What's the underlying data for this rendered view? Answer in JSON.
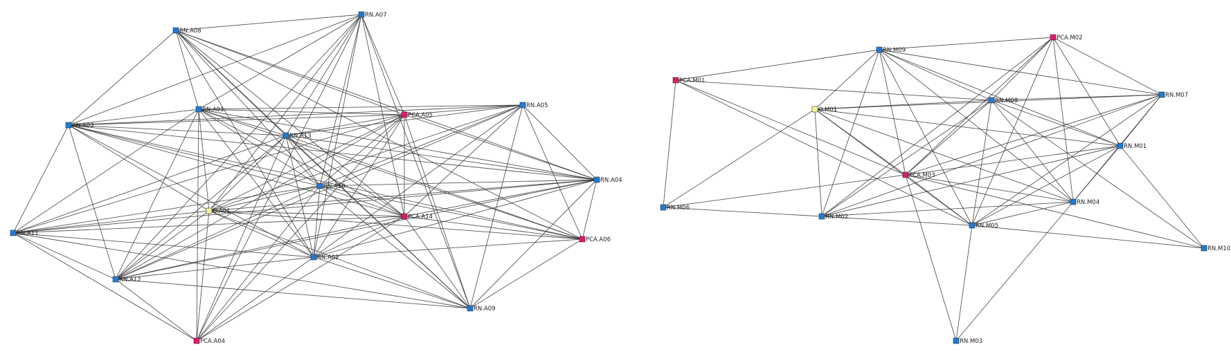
{
  "colors": {
    "rn": "#1f7bd8",
    "pca": "#e0186e",
    "origin": "#fbf79a",
    "edge": "#3a3a3a"
  },
  "networks": [
    {
      "id": "network-a",
      "nodes": [
        {
          "id": "RN.A08",
          "label": "RN.A08",
          "kind": "rn"
        },
        {
          "id": "RN.A07",
          "label": "RN.A07",
          "kind": "rn"
        },
        {
          "id": "RN.A01",
          "label": "RN.A01",
          "kind": "rn"
        },
        {
          "id": "PCA.A05",
          "label": "PCA.A05",
          "kind": "pca"
        },
        {
          "id": "RN.A05",
          "label": "RN.A05",
          "kind": "rn"
        },
        {
          "id": "RN.A03",
          "label": "RN.A03",
          "kind": "rn"
        },
        {
          "id": "RN.A13",
          "label": "RN.A13",
          "kind": "rn"
        },
        {
          "id": "RN.A04",
          "label": "RN.A04",
          "kind": "rn"
        },
        {
          "id": "RN.A10",
          "label": "RN.A10",
          "kind": "rn"
        },
        {
          "id": "O.A01",
          "label": "O.A01",
          "kind": "origin"
        },
        {
          "id": "PCA.A14",
          "label": "PCA.A14",
          "kind": "pca"
        },
        {
          "id": "RN.A11",
          "label": "RN.A11",
          "kind": "rn"
        },
        {
          "id": "PCA.A06",
          "label": "PCA.A06",
          "kind": "pca"
        },
        {
          "id": "RN.A02",
          "label": "RN.A02",
          "kind": "rn"
        },
        {
          "id": "RN.A12",
          "label": "RN.A12",
          "kind": "rn"
        },
        {
          "id": "RN.A09",
          "label": "RN.A09",
          "kind": "rn"
        },
        {
          "id": "PCA.A04",
          "label": "PCA.A04",
          "kind": "pca"
        }
      ],
      "edges": [
        [
          "RN.A08",
          "RN.A07"
        ],
        [
          "RN.A08",
          "RN.A03"
        ],
        [
          "RN.A08",
          "RN.A13"
        ],
        [
          "RN.A08",
          "RN.A10"
        ],
        [
          "RN.A08",
          "PCA.A14"
        ],
        [
          "RN.A08",
          "RN.A02"
        ],
        [
          "RN.A08",
          "PCA.A05"
        ],
        [
          "RN.A08",
          "PCA.A06"
        ],
        [
          "RN.A08",
          "RN.A09"
        ],
        [
          "RN.A08",
          "RN.A01"
        ],
        [
          "RN.A08",
          "RN.A04"
        ],
        [
          "RN.A07",
          "RN.A01"
        ],
        [
          "RN.A07",
          "RN.A13"
        ],
        [
          "RN.A07",
          "RN.A10"
        ],
        [
          "RN.A07",
          "RN.A02"
        ],
        [
          "RN.A07",
          "PCA.A05"
        ],
        [
          "RN.A07",
          "PCA.A14"
        ],
        [
          "RN.A07",
          "O.A01"
        ],
        [
          "RN.A07",
          "RN.A12"
        ],
        [
          "RN.A07",
          "RN.A09"
        ],
        [
          "RN.A07",
          "PCA.A04"
        ],
        [
          "RN.A07",
          "RN.A03"
        ],
        [
          "RN.A01",
          "PCA.A05"
        ],
        [
          "RN.A01",
          "RN.A05"
        ],
        [
          "RN.A01",
          "RN.A13"
        ],
        [
          "RN.A01",
          "RN.A10"
        ],
        [
          "RN.A01",
          "O.A01"
        ],
        [
          "RN.A01",
          "PCA.A14"
        ],
        [
          "RN.A01",
          "RN.A02"
        ],
        [
          "RN.A01",
          "RN.A12"
        ],
        [
          "RN.A01",
          "PCA.A04"
        ],
        [
          "RN.A01",
          "RN.A04"
        ],
        [
          "RN.A01",
          "RN.A11"
        ],
        [
          "RN.A01",
          "RN.A03"
        ],
        [
          "RN.A01",
          "PCA.A06"
        ],
        [
          "RN.A03",
          "PCA.A05"
        ],
        [
          "RN.A03",
          "RN.A13"
        ],
        [
          "RN.A03",
          "RN.A10"
        ],
        [
          "RN.A03",
          "O.A01"
        ],
        [
          "RN.A03",
          "RN.A02"
        ],
        [
          "RN.A03",
          "RN.A11"
        ],
        [
          "RN.A03",
          "RN.A12"
        ],
        [
          "RN.A03",
          "PCA.A14"
        ],
        [
          "RN.A03",
          "RN.A04"
        ],
        [
          "RN.A03",
          "RN.A05"
        ],
        [
          "RN.A03",
          "PCA.A06"
        ],
        [
          "PCA.A05",
          "RN.A05"
        ],
        [
          "PCA.A05",
          "RN.A13"
        ],
        [
          "PCA.A05",
          "RN.A10"
        ],
        [
          "PCA.A05",
          "O.A01"
        ],
        [
          "PCA.A05",
          "PCA.A14"
        ],
        [
          "PCA.A05",
          "RN.A02"
        ],
        [
          "PCA.A05",
          "RN.A12"
        ],
        [
          "PCA.A05",
          "PCA.A04"
        ],
        [
          "PCA.A05",
          "RN.A09"
        ],
        [
          "PCA.A05",
          "RN.A11"
        ],
        [
          "PCA.A05",
          "RN.A04"
        ],
        [
          "RN.A05",
          "RN.A13"
        ],
        [
          "RN.A05",
          "RN.A10"
        ],
        [
          "RN.A05",
          "O.A01"
        ],
        [
          "RN.A05",
          "RN.A04"
        ],
        [
          "RN.A05",
          "PCA.A06"
        ],
        [
          "RN.A05",
          "RN.A02"
        ],
        [
          "RN.A05",
          "RN.A09"
        ],
        [
          "RN.A05",
          "PCA.A14"
        ],
        [
          "RN.A05",
          "RN.A12"
        ],
        [
          "RN.A13",
          "RN.A10"
        ],
        [
          "RN.A13",
          "O.A01"
        ],
        [
          "RN.A13",
          "PCA.A14"
        ],
        [
          "RN.A13",
          "RN.A02"
        ],
        [
          "RN.A13",
          "RN.A04"
        ],
        [
          "RN.A13",
          "PCA.A06"
        ],
        [
          "RN.A13",
          "RN.A09"
        ],
        [
          "RN.A13",
          "RN.A11"
        ],
        [
          "RN.A13",
          "RN.A12"
        ],
        [
          "RN.A13",
          "PCA.A04"
        ],
        [
          "RN.A10",
          "O.A01"
        ],
        [
          "RN.A10",
          "PCA.A14"
        ],
        [
          "RN.A10",
          "RN.A02"
        ],
        [
          "RN.A10",
          "RN.A04"
        ],
        [
          "RN.A10",
          "RN.A11"
        ],
        [
          "RN.A10",
          "RN.A12"
        ],
        [
          "RN.A10",
          "PCA.A04"
        ],
        [
          "RN.A10",
          "RN.A09"
        ],
        [
          "RN.A10",
          "PCA.A06"
        ],
        [
          "O.A01",
          "PCA.A14"
        ],
        [
          "O.A01",
          "RN.A02"
        ],
        [
          "O.A01",
          "RN.A04"
        ],
        [
          "O.A01",
          "RN.A11"
        ],
        [
          "O.A01",
          "RN.A12"
        ],
        [
          "O.A01",
          "PCA.A04"
        ],
        [
          "O.A01",
          "RN.A09"
        ],
        [
          "O.A01",
          "PCA.A06"
        ],
        [
          "PCA.A14",
          "RN.A04"
        ],
        [
          "PCA.A14",
          "PCA.A06"
        ],
        [
          "PCA.A14",
          "RN.A02"
        ],
        [
          "PCA.A14",
          "RN.A09"
        ],
        [
          "PCA.A14",
          "RN.A11"
        ],
        [
          "PCA.A14",
          "RN.A12"
        ],
        [
          "PCA.A14",
          "PCA.A04"
        ],
        [
          "RN.A04",
          "PCA.A06"
        ],
        [
          "RN.A04",
          "RN.A02"
        ],
        [
          "RN.A04",
          "RN.A09"
        ],
        [
          "RN.A04",
          "RN.A11"
        ],
        [
          "RN.A04",
          "RN.A12"
        ],
        [
          "RN.A02",
          "RN.A11"
        ],
        [
          "RN.A02",
          "RN.A12"
        ],
        [
          "RN.A02",
          "PCA.A04"
        ],
        [
          "RN.A02",
          "RN.A09"
        ],
        [
          "RN.A02",
          "PCA.A06"
        ],
        [
          "RN.A11",
          "RN.A12"
        ],
        [
          "RN.A11",
          "PCA.A04"
        ],
        [
          "RN.A11",
          "RN.A09"
        ],
        [
          "RN.A12",
          "PCA.A04"
        ],
        [
          "RN.A12",
          "RN.A09"
        ],
        [
          "RN.A09",
          "PCA.A06"
        ]
      ]
    },
    {
      "id": "network-m",
      "nodes": [
        {
          "id": "PCA.M02",
          "label": "PCA.M02",
          "kind": "pca"
        },
        {
          "id": "RN.M09",
          "label": "RN.M09",
          "kind": "rn"
        },
        {
          "id": "PCA.M01",
          "label": "PCA.M01",
          "kind": "pca"
        },
        {
          "id": "RN.M07",
          "label": "RN.M07",
          "kind": "rn"
        },
        {
          "id": "RN.M08",
          "label": "RN.M08",
          "kind": "rn"
        },
        {
          "id": "O.M01",
          "label": "O.M01",
          "kind": "origin"
        },
        {
          "id": "RN.M01",
          "label": "RN.M01",
          "kind": "rn"
        },
        {
          "id": "PCA.M03",
          "label": "PCA.M03",
          "kind": "pca"
        },
        {
          "id": "RN.M06",
          "label": "RN.M06",
          "kind": "rn"
        },
        {
          "id": "RN.M04",
          "label": "RN.M04",
          "kind": "rn"
        },
        {
          "id": "RN.M02",
          "label": "RN.M02",
          "kind": "rn"
        },
        {
          "id": "RN.M05",
          "label": "RN.M05",
          "kind": "rn"
        },
        {
          "id": "RN.M10",
          "label": "RN.M10",
          "kind": "rn"
        },
        {
          "id": "RN.M03",
          "label": "RN.M03",
          "kind": "rn"
        }
      ],
      "edges": [
        [
          "PCA.M01",
          "RN.M09"
        ],
        [
          "PCA.M01",
          "RN.M08"
        ],
        [
          "PCA.M01",
          "RN.M06"
        ],
        [
          "PCA.M01",
          "PCA.M03"
        ],
        [
          "PCA.M01",
          "RN.M05"
        ],
        [
          "RN.M09",
          "PCA.M02"
        ],
        [
          "RN.M09",
          "O.M01"
        ],
        [
          "RN.M09",
          "RN.M08"
        ],
        [
          "RN.M09",
          "RN.M07"
        ],
        [
          "RN.M09",
          "RN.M01"
        ],
        [
          "RN.M09",
          "PCA.M03"
        ],
        [
          "RN.M09",
          "RN.M02"
        ],
        [
          "RN.M09",
          "RN.M05"
        ],
        [
          "RN.M09",
          "RN.M04"
        ],
        [
          "PCA.M02",
          "RN.M08"
        ],
        [
          "PCA.M02",
          "RN.M07"
        ],
        [
          "PCA.M02",
          "RN.M01"
        ],
        [
          "PCA.M02",
          "PCA.M03"
        ],
        [
          "PCA.M02",
          "RN.M02"
        ],
        [
          "PCA.M02",
          "RN.M05"
        ],
        [
          "PCA.M02",
          "RN.M04"
        ],
        [
          "O.M01",
          "RN.M08"
        ],
        [
          "O.M01",
          "RN.M07"
        ],
        [
          "O.M01",
          "RN.M01"
        ],
        [
          "O.M01",
          "PCA.M03"
        ],
        [
          "O.M01",
          "RN.M02"
        ],
        [
          "O.M01",
          "RN.M05"
        ],
        [
          "O.M01",
          "RN.M04"
        ],
        [
          "O.M01",
          "RN.M06"
        ],
        [
          "RN.M08",
          "RN.M07"
        ],
        [
          "RN.M08",
          "RN.M01"
        ],
        [
          "RN.M08",
          "PCA.M03"
        ],
        [
          "RN.M08",
          "RN.M02"
        ],
        [
          "RN.M08",
          "RN.M05"
        ],
        [
          "RN.M08",
          "RN.M04"
        ],
        [
          "RN.M08",
          "RN.M10"
        ],
        [
          "RN.M07",
          "RN.M01"
        ],
        [
          "RN.M07",
          "PCA.M03"
        ],
        [
          "RN.M07",
          "RN.M02"
        ],
        [
          "RN.M07",
          "RN.M05"
        ],
        [
          "RN.M07",
          "RN.M04"
        ],
        [
          "RN.M01",
          "PCA.M03"
        ],
        [
          "RN.M01",
          "RN.M02"
        ],
        [
          "RN.M01",
          "RN.M05"
        ],
        [
          "RN.M01",
          "RN.M04"
        ],
        [
          "RN.M01",
          "RN.M10"
        ],
        [
          "PCA.M03",
          "RN.M04"
        ],
        [
          "PCA.M03",
          "RN.M05"
        ],
        [
          "PCA.M03",
          "RN.M03"
        ],
        [
          "PCA.M03",
          "RN.M06"
        ],
        [
          "PCA.M03",
          "RN.M10"
        ],
        [
          "RN.M06",
          "RN.M02"
        ],
        [
          "RN.M02",
          "RN.M05"
        ],
        [
          "RN.M02",
          "RN.M04"
        ],
        [
          "RN.M05",
          "RN.M04"
        ],
        [
          "RN.M05",
          "RN.M10"
        ],
        [
          "RN.M05",
          "RN.M03"
        ],
        [
          "RN.M04",
          "RN.M03"
        ]
      ]
    }
  ]
}
